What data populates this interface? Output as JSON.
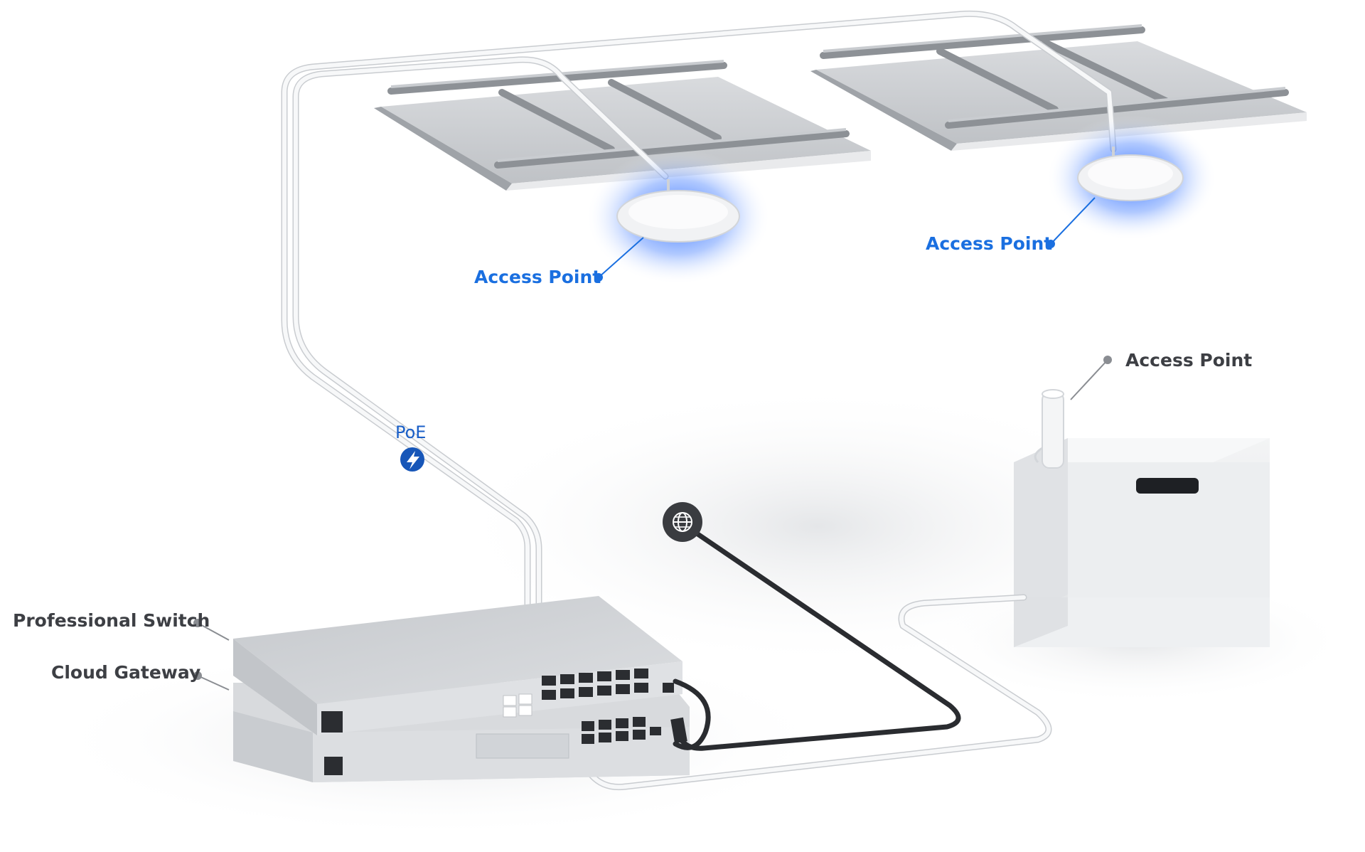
{
  "labels": {
    "access_point_1": "Access Point",
    "access_point_2": "Access Point",
    "access_point_3": "Access Point",
    "poe": "PoE",
    "professional_switch": "Professional Switch",
    "cloud_gateway": "Cloud Gateway"
  },
  "icons": {
    "poe": "lightning-bolt-icon",
    "internet": "globe-icon"
  },
  "colors": {
    "accent_blue": "#1a6fe0",
    "poe_badge": "#1756b8",
    "label_gray": "#3d3f44",
    "cable_white": "#f4f5f7",
    "cable_black": "#2a2c30"
  }
}
